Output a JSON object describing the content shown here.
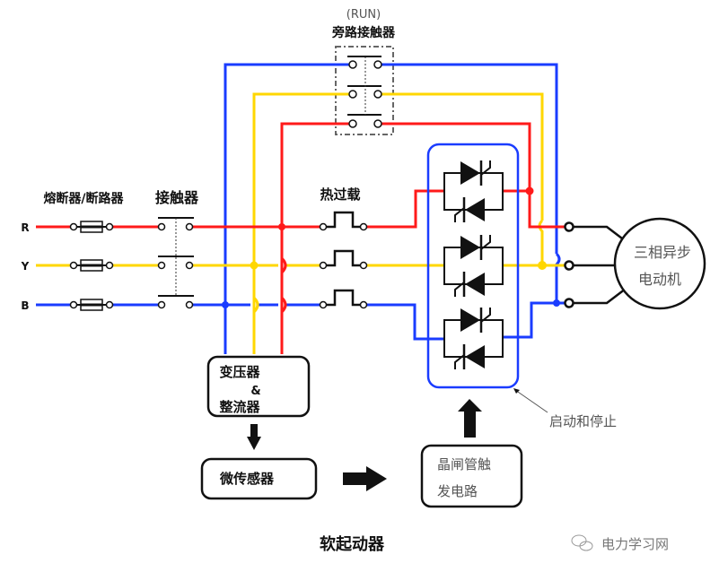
{
  "title": "软起动器",
  "watermark": "电力学习网",
  "bypass": {
    "run_label": "(RUN)",
    "name": "旁路接触器"
  },
  "labels": {
    "fuse_breaker": "熔断器/断路器",
    "contactor": "接触器",
    "thermal_overload": "热过载",
    "start_stop": "启动和停止"
  },
  "phases": [
    "R",
    "Y",
    "B"
  ],
  "motor": {
    "line1": "三相异步",
    "line2": "电动机"
  },
  "blocks": {
    "transformer_line1": "变压器",
    "transformer_line2": "&",
    "transformer_line3": "整流器",
    "microsensor": "微传感器",
    "scr_trigger_line1": "晶闸管触",
    "scr_trigger_line2": "发电路"
  },
  "colors": {
    "R": "#ff1a1a",
    "Y": "#ffd700",
    "B": "#1a3cff",
    "box": "#1a3cff"
  }
}
